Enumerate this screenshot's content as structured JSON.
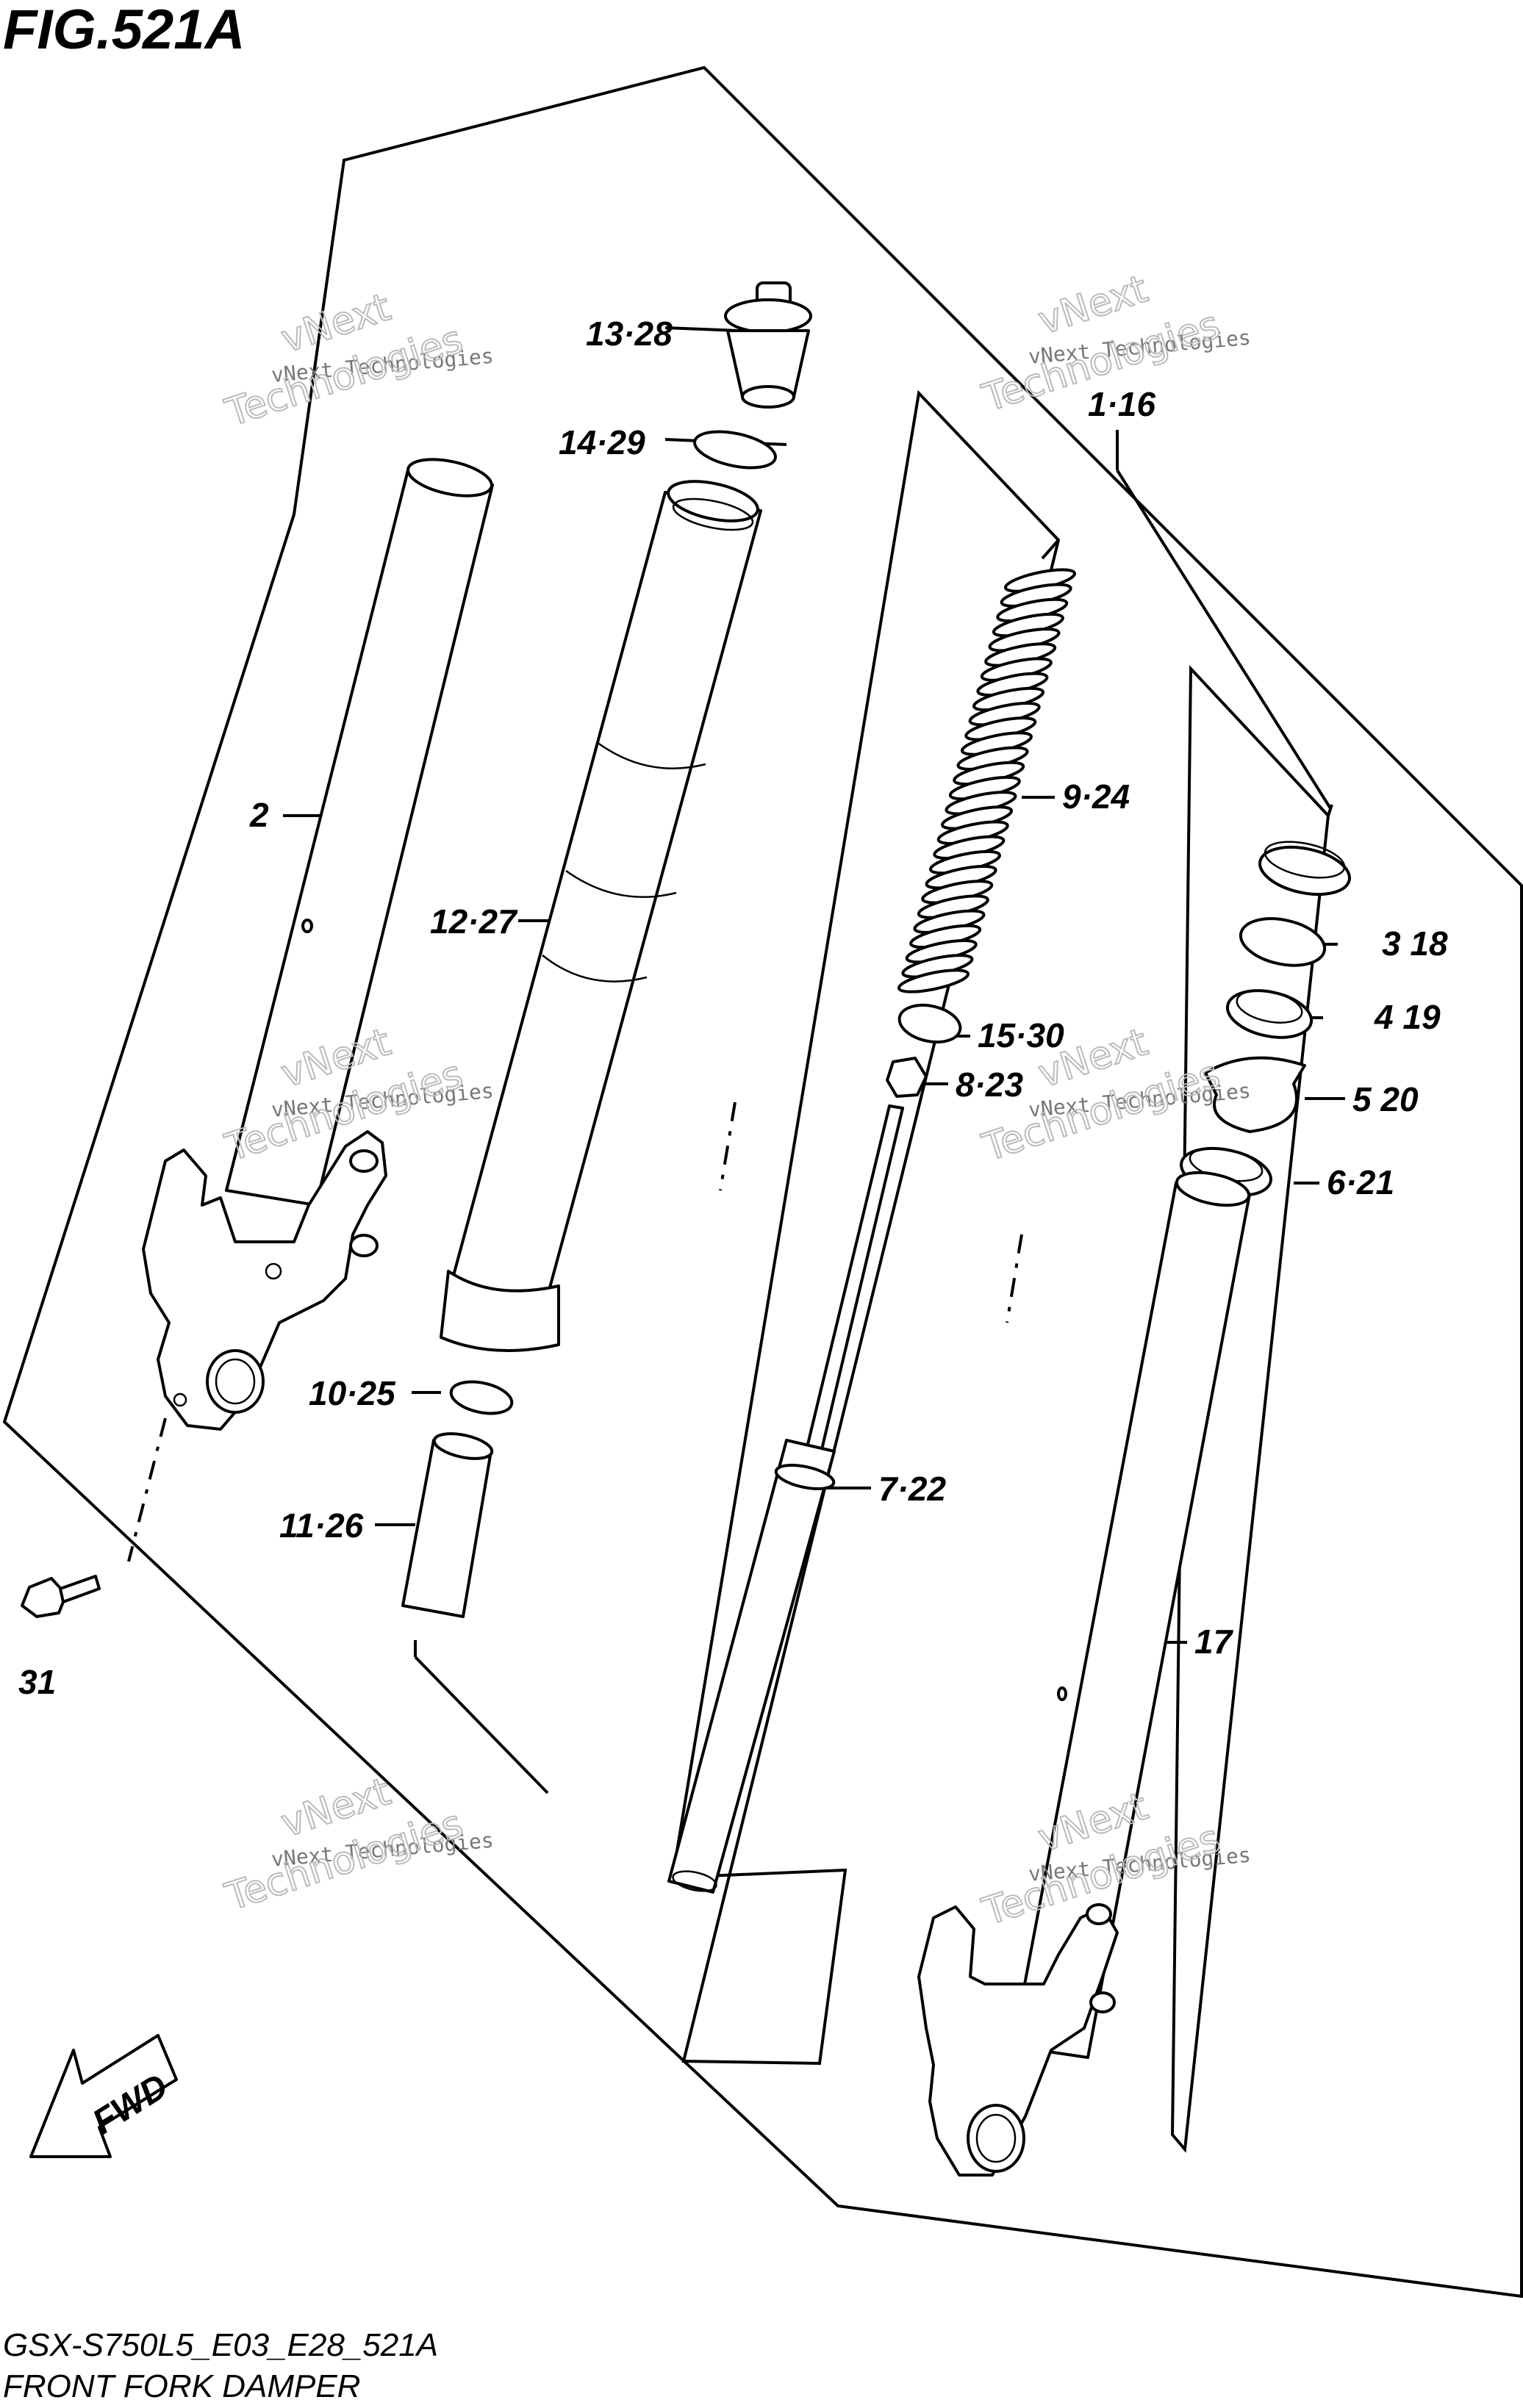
{
  "figure": {
    "title": "FIG.521A"
  },
  "footer": {
    "code": "GSX-S750L5_E03_E28_521A",
    "caption": "FRONT FORK DAMPER"
  },
  "fwd_arrow": {
    "label": "FWD"
  },
  "watermark": {
    "line1": "vNext Technologies",
    "line2": "vNext",
    "line3": "Technologies"
  },
  "callouts": [
    {
      "id": "c-13-28",
      "text": "13·28"
    },
    {
      "id": "c-14-29",
      "text": "14·29"
    },
    {
      "id": "c-1-16",
      "text": "1·16"
    },
    {
      "id": "c-2",
      "text": "2"
    },
    {
      "id": "c-12-27",
      "text": "12·27"
    },
    {
      "id": "c-9-24",
      "text": "9·24"
    },
    {
      "id": "c-3-18",
      "text": "3 18"
    },
    {
      "id": "c-4-19",
      "text": "4 19"
    },
    {
      "id": "c-15-30",
      "text": "15·30"
    },
    {
      "id": "c-8-23",
      "text": "8·23"
    },
    {
      "id": "c-5-20",
      "text": "5 20"
    },
    {
      "id": "c-6-21",
      "text": "6·21"
    },
    {
      "id": "c-10-25",
      "text": "10·25"
    },
    {
      "id": "c-7-22",
      "text": "7·22"
    },
    {
      "id": "c-11-26",
      "text": "11·26"
    },
    {
      "id": "c-31",
      "text": "31"
    },
    {
      "id": "c-17",
      "text": "17"
    }
  ]
}
